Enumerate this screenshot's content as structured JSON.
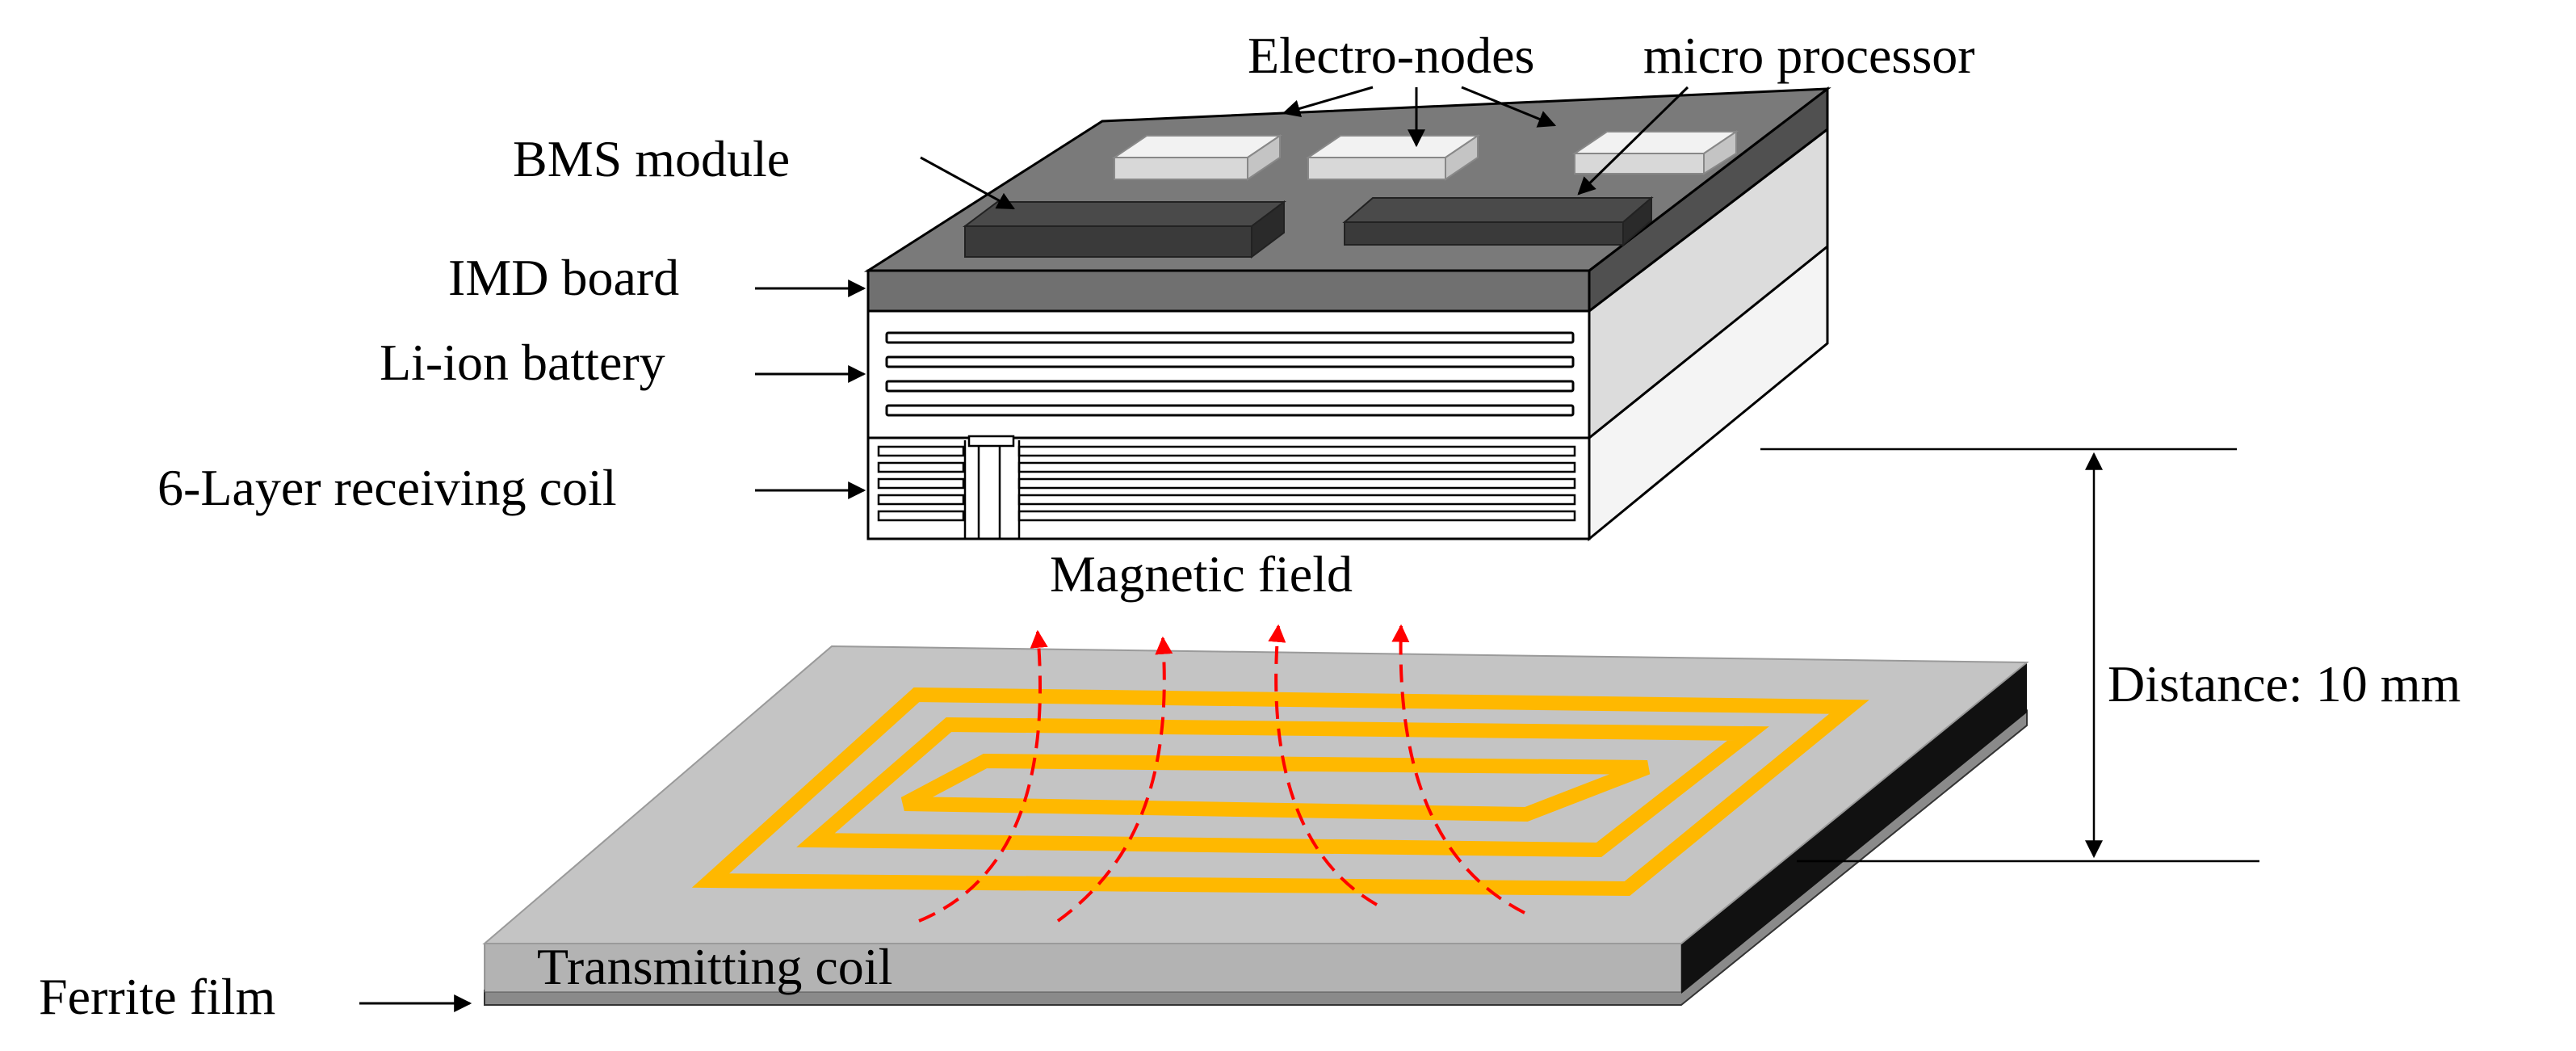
{
  "labels": {
    "electro_nodes": "Electro-nodes",
    "micro_processor": "micro processor",
    "bms_module": "BMS module",
    "imd_board": "IMD board",
    "li_ion_battery": "Li-ion battery",
    "receiving_coil": "6-Layer receiving coil",
    "magnetic_field": "Magnetic field",
    "distance": "Distance: 10 mm",
    "transmitting_coil": "Transmitting coil",
    "ferrite_film": "Ferrite film"
  },
  "colors": {
    "coil_trace": "#ffb800",
    "field_lines": "#ff0000",
    "board_top": "#7a7a7a",
    "chip_dark": "#4a4a4a",
    "chip_light": "#f2f2f2",
    "plate_top": "#c4c4c4",
    "plate_side": "#b0b0b0"
  }
}
